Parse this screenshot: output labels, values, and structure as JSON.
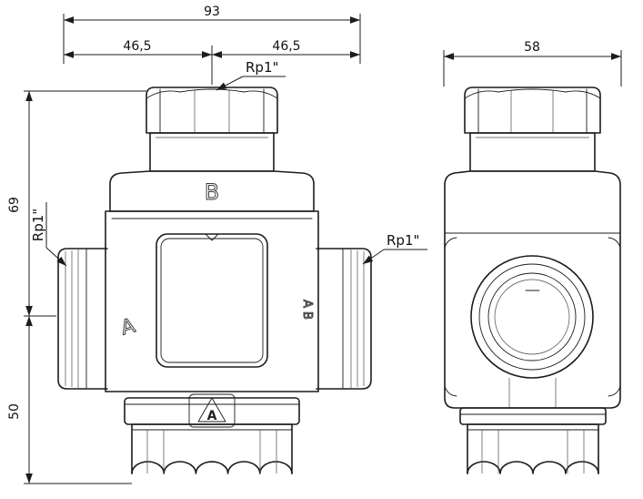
{
  "views": {
    "front": {
      "dims": {
        "overall_width": "93",
        "half_width_left": "46,5",
        "half_width_right": "46,5",
        "upper_height": "69",
        "lower_height": "50"
      },
      "labels": {
        "port_top_thread": "Rp1\"",
        "port_left_thread": "Rp1\"",
        "port_right_thread": "Rp1\"",
        "port_b": "B",
        "port_a": "A",
        "port_ab": "AB",
        "logo": "A"
      }
    },
    "side": {
      "dims": {
        "width": "58"
      }
    }
  },
  "colors": {
    "line": "#1c1c1c",
    "background": "#ffffff"
  }
}
